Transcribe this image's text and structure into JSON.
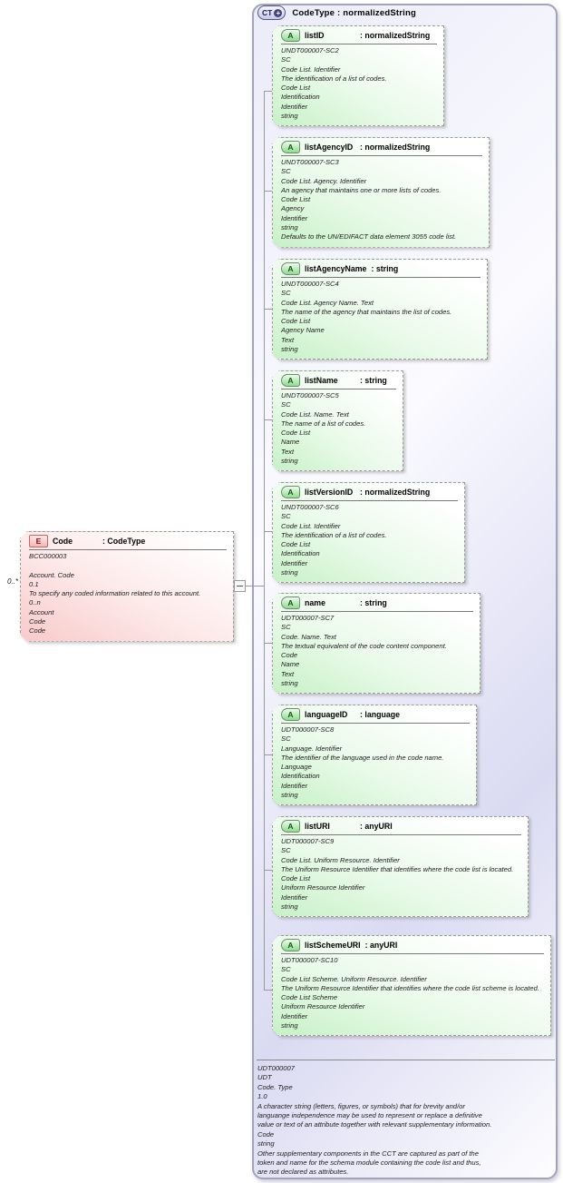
{
  "colors": {
    "container_border": "#a2a2ba",
    "container_fill": "#dadaf2",
    "attribute_fill": "#c7f1c7",
    "attribute_border": "#9b9b9b",
    "element_fill": "#f8caca",
    "badge_ct_text": "#1a1a50",
    "connector": "#9a9a9a"
  },
  "diagram": {
    "complex_type": {
      "badge": "CT",
      "plus": "+",
      "title": "CodeType : normalizedString"
    },
    "element": {
      "badge": "E",
      "name": "Code",
      "type_suffix": ": CodeType",
      "multiplicity": "0..*",
      "detail_lines": [
        "BCC000003",
        "",
        "Account. Code",
        "0.1",
        "To specify any coded information related to this account.",
        "0..n",
        "Account",
        "Code",
        "Code"
      ]
    },
    "attributes": [
      {
        "badge": "A",
        "name": "listID",
        "type_suffix": ": normalizedString",
        "detail_lines": [
          "UNDT000007-SC2",
          "SC",
          "Code List. Identifier",
          "The identification of a list of codes.",
          "Code List",
          "Identification",
          "Identifier",
          "string"
        ]
      },
      {
        "badge": "A",
        "name": "listAgencyID",
        "type_suffix": ": normalizedString",
        "detail_lines": [
          "UNDT000007-SC3",
          "SC",
          "Code List. Agency. Identifier",
          "An agency that maintains one or more lists of codes.",
          "Code List",
          "Agency",
          "Identifier",
          "string",
          "Defaults to the UN/EDIFACT data element 3055 code list."
        ]
      },
      {
        "badge": "A",
        "name": "listAgencyName",
        "type_suffix": ": string",
        "detail_lines": [
          "UNDT000007-SC4",
          "SC",
          "Code List. Agency Name. Text",
          "The name of the agency that maintains the list of codes.",
          "Code List",
          "Agency Name",
          "Text",
          "string"
        ]
      },
      {
        "badge": "A",
        "name": "listName",
        "type_suffix": ": string",
        "detail_lines": [
          "UNDT000007-SC5",
          "SC",
          "Code List. Name. Text",
          "The name of a list of codes.",
          "Code List",
          "Name",
          "Text",
          "string"
        ]
      },
      {
        "badge": "A",
        "name": "listVersionID",
        "type_suffix": ": normalizedString",
        "detail_lines": [
          "UNDT000007-SC6",
          "SC",
          "Code List. Identifier",
          "The identification of a list of codes.",
          "Code List",
          "Identification",
          "Identifier",
          "string"
        ]
      },
      {
        "badge": "A",
        "name": "name",
        "type_suffix": ": string",
        "detail_lines": [
          "UDT000007-SC7",
          "SC",
          "Code. Name. Text",
          "The textual equivalent of the code content component.",
          "Code",
          "Name",
          "Text",
          "string"
        ]
      },
      {
        "badge": "A",
        "name": "languageID",
        "type_suffix": ": language",
        "detail_lines": [
          "UDT000007-SC8",
          "SC",
          "Language. Identifier",
          "The identifier of the language used in the code name.",
          "Language",
          "Identification",
          "Identifier",
          "string"
        ]
      },
      {
        "badge": "A",
        "name": "listURI",
        "type_suffix": ": anyURI",
        "detail_lines": [
          "UDT000007-SC9",
          "SC",
          "Code List. Uniform Resource. Identifier",
          "The Uniform Resource Identifier that identifies where the code list is located.",
          "Code List",
          "Uniform Resource Identifier",
          "Identifier",
          "string"
        ]
      },
      {
        "badge": "A",
        "name": "listSchemeURI",
        "type_suffix": ": anyURI",
        "detail_lines": [
          "UDT000007-SC10",
          "SC",
          "Code List Scheme. Uniform Resource. Identifier",
          "The Uniform Resource Identifier that identifies where the code list scheme is located.",
          "Code List Scheme",
          "Uniform Resource Identifier",
          "Identifier",
          "string"
        ]
      }
    ],
    "footer_lines": [
      "UDT000007",
      "UDT",
      "Code. Type",
      "1.0",
      "A character string (letters, figures, or symbols) that for brevity and/or",
      "languange independence may be used to represent or replace a definitive",
      "value or text of an attribute together with relevant supplementary information.",
      "Code",
      "string",
      "Other supplementary components in the CCT are captured as part of the",
      "token and name for the schema module containing the code list and thus,",
      "are not declared as attributes."
    ]
  }
}
